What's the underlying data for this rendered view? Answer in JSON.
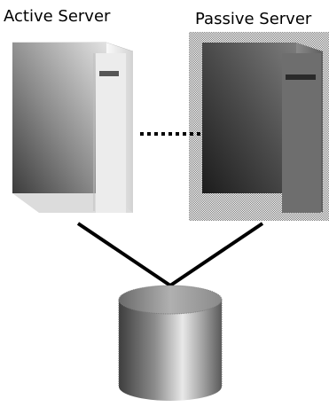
{
  "nodes": {
    "active_server": {
      "label": "Active Server"
    },
    "passive_server": {
      "label": "Passive Server"
    },
    "shared_storage": {
      "label": ""
    }
  },
  "edges": [
    {
      "from": "active_server",
      "to": "passive_server",
      "style": "dotted"
    },
    {
      "from": "active_server",
      "to": "shared_storage",
      "style": "solid"
    },
    {
      "from": "passive_server",
      "to": "shared_storage",
      "style": "solid"
    }
  ],
  "colors": {
    "line": "#000000",
    "background": "#ffffff",
    "passive_dither": "#808080"
  }
}
